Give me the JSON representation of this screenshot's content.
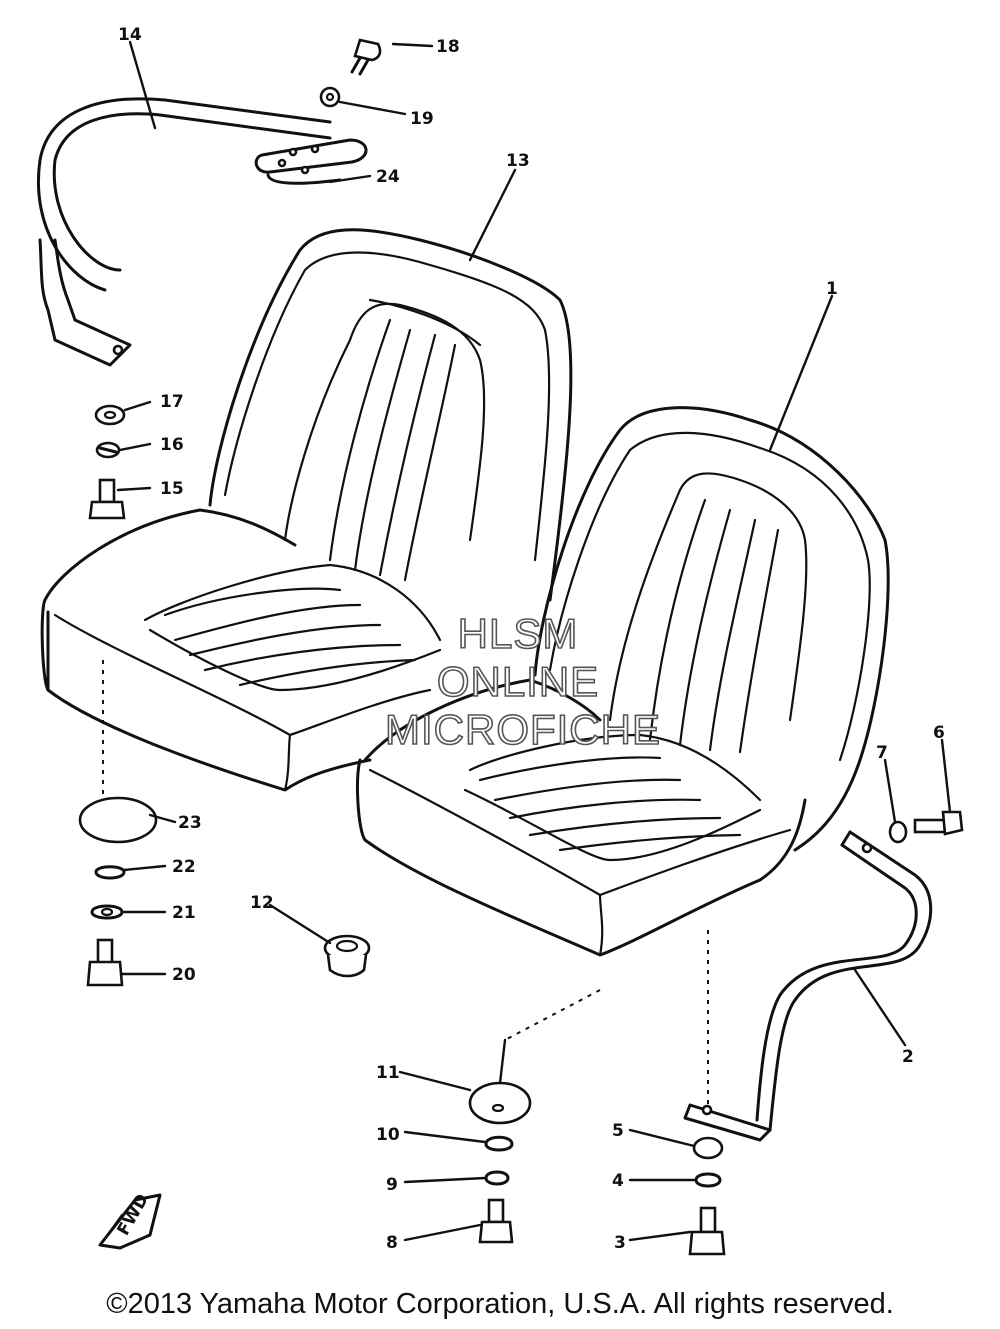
{
  "watermark": {
    "line1": "HLSM",
    "line2": "ONLINE",
    "line3": "MICROFICHE"
  },
  "callouts": {
    "c1": "1",
    "c2": "2",
    "c3": "3",
    "c4": "4",
    "c5": "5",
    "c6": "6",
    "c7": "7",
    "c8": "8",
    "c9": "9",
    "c10": "10",
    "c11": "11",
    "c12": "12",
    "c13": "13",
    "c14": "14",
    "c15": "15",
    "c16": "16",
    "c17": "17",
    "c18": "18",
    "c19": "19",
    "c20": "20",
    "c21": "21",
    "c22": "22",
    "c23": "23",
    "c24": "24"
  },
  "front_mark": "FWD",
  "copyright": "©2013 Yamaha Motor Corporation, U.S.A. All rights reserved."
}
